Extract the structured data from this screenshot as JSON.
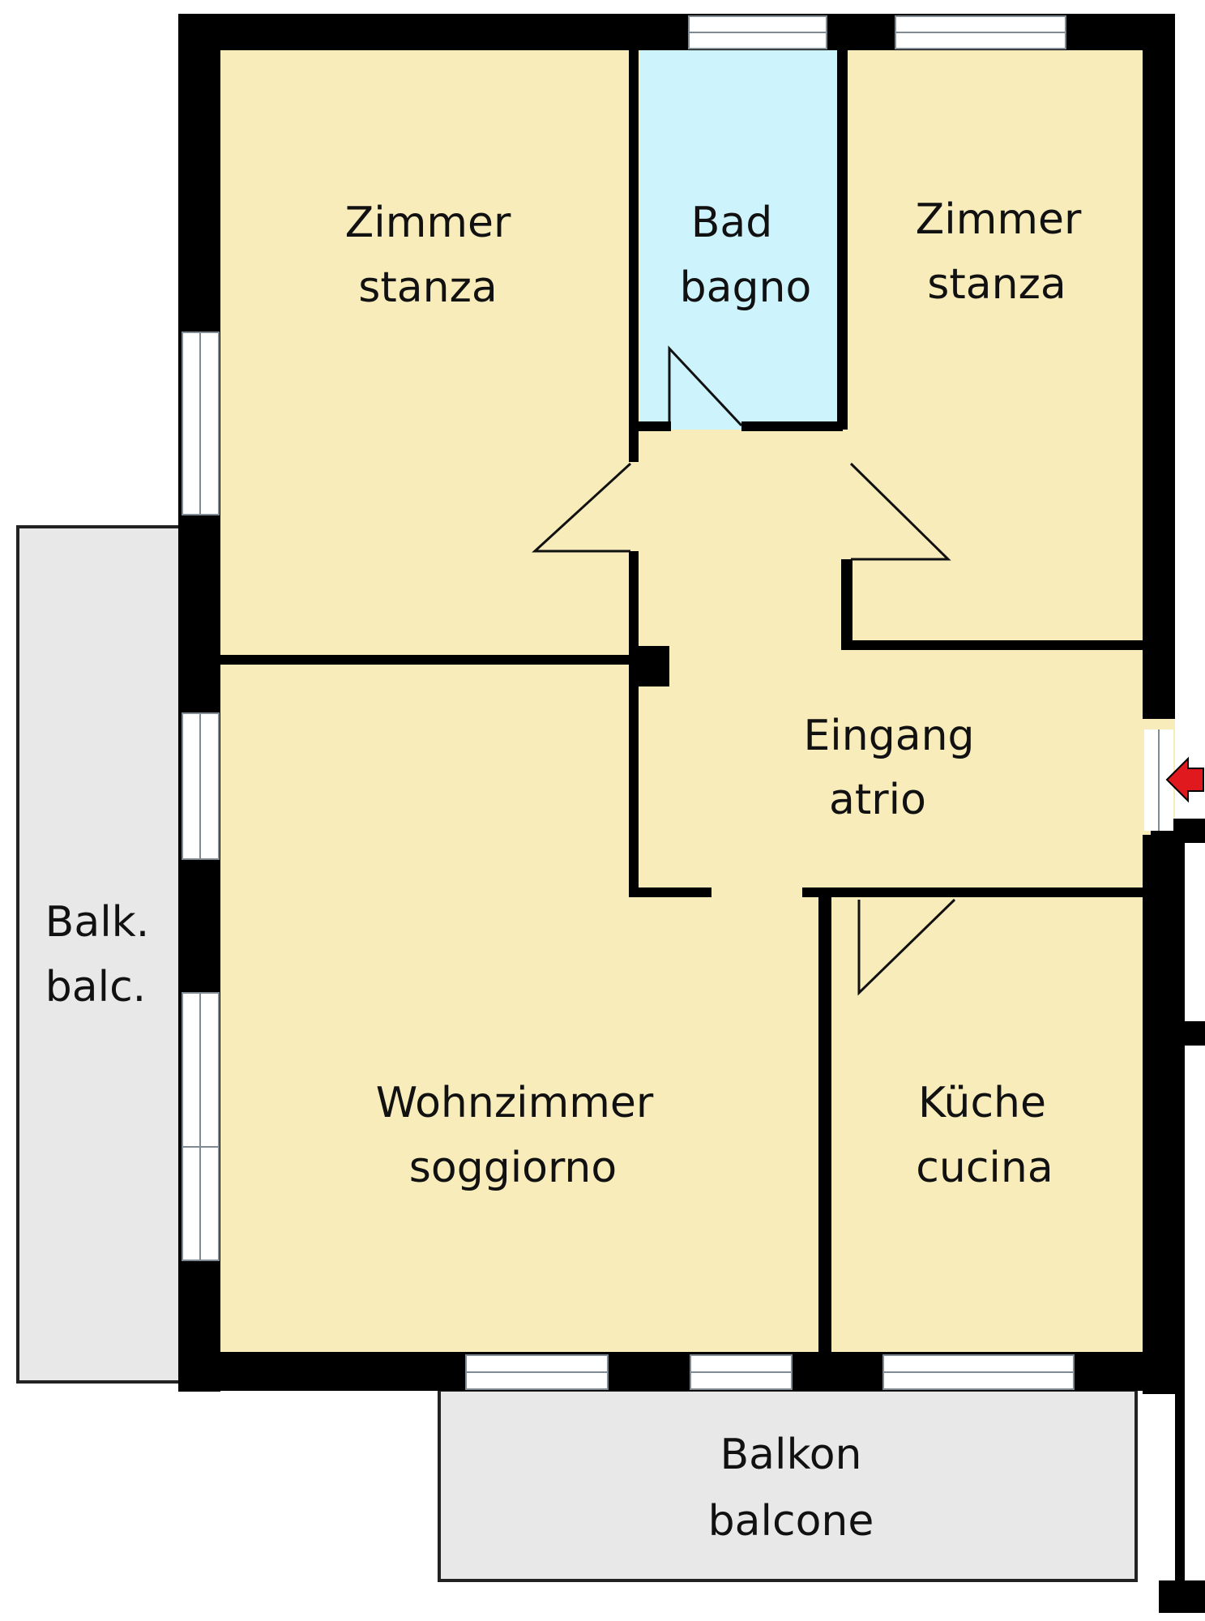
{
  "rooms": {
    "zimmer_left": {
      "line1": "Zimmer",
      "line2": "stanza"
    },
    "bad": {
      "line1": "Bad",
      "line2": "bagno"
    },
    "zimmer_right": {
      "line1": "Zimmer",
      "line2": "stanza"
    },
    "eingang": {
      "line1": "Eingang",
      "line2": "atrio"
    },
    "wohnzimmer": {
      "line1": "Wohnzimmer",
      "line2": "soggiorno"
    },
    "kueche": {
      "line1": "Küche",
      "line2": "cucina"
    },
    "balk_left": {
      "line1": "Balk.",
      "line2": "balc."
    },
    "balkon_bottom": {
      "line1": "Balkon",
      "line2": "balcone"
    }
  },
  "colors": {
    "room_fill": "#f8ecbb",
    "bath_fill": "#cdf3fd",
    "balcony_fill": "#e8e8e8",
    "wall": "#000000",
    "entrance_arrow": "#e0191e"
  },
  "icons": {
    "entrance": "entrance-arrow-icon"
  }
}
